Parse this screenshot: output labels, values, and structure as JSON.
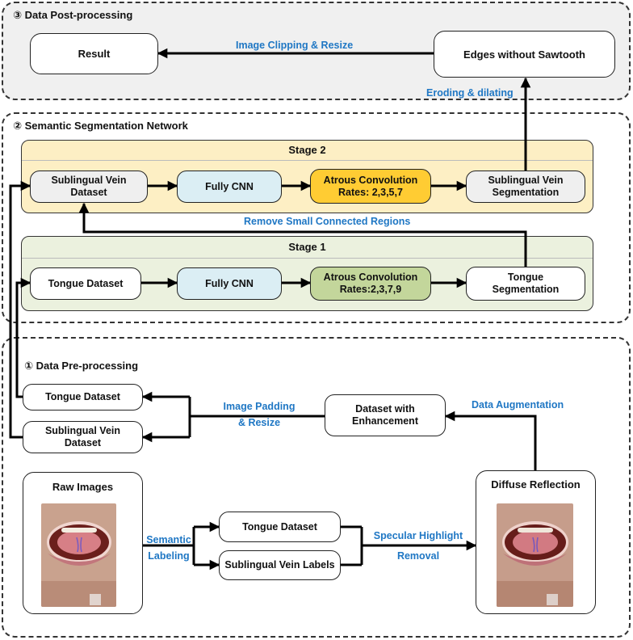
{
  "panels": {
    "post": {
      "title": "③ Data Post-processing"
    },
    "seg": {
      "title": "② Semantic Segmentation Network"
    },
    "pre": {
      "title": "① Data Pre-processing"
    }
  },
  "stages": {
    "stage2": {
      "title": "Stage 2"
    },
    "stage1": {
      "title": "Stage 1"
    }
  },
  "nodes": {
    "result": "Result",
    "edges": "Edges without Sawtooth",
    "s2_dataset_l1": "Sublingual Vein",
    "s2_dataset_l2": "Dataset",
    "s2_fcnn": "Fully CNN",
    "s2_atrous_l1": "Atrous Convolution",
    "s2_atrous_l2": "Rates: 2,3,5,7",
    "s2_seg_l1": "Sublingual Vein",
    "s2_seg_l2": "Segmentation",
    "s1_dataset": "Tongue Dataset",
    "s1_fcnn": "Fully CNN",
    "s1_atrous_l1": "Atrous Convolution",
    "s1_atrous_l2": "Rates:2,3,7,9",
    "s1_seg_l1": "Tongue",
    "s1_seg_l2": "Segmentation",
    "pre_tongue": "Tongue Dataset",
    "pre_vein_l1": "Sublingual Vein",
    "pre_vein_l2": "Dataset",
    "enh_l1": "Dataset with",
    "enh_l2": "Enhancement",
    "raw": "Raw Images",
    "mid_tongue": "Tongue Dataset",
    "mid_vein": "Sublingual Vein Labels",
    "diffuse": "Diffuse Reflection"
  },
  "edge_labels": {
    "clip": "Image Clipping & Resize",
    "erode": "Eroding & dilating",
    "remove": "Remove Small Connected Regions",
    "pad_l1": "Image Padding",
    "pad_l2": "& Resize",
    "augment": "Data Augmentation",
    "sem_l1": "Semantic",
    "sem_l2": "Labeling",
    "spec_l1": "Specular Highlight",
    "spec_l2": "Removal"
  },
  "colors": {
    "post_bg": "#f0f0f0",
    "stage2_bg": "#fdefc4",
    "stage1_bg": "#ebf1de",
    "edge_label": "#1f77c4",
    "node_grey": "#efefef",
    "node_blue": "#dbeef4",
    "node_gold": "#ffcc33",
    "node_green": "#c3d69b"
  },
  "images": {
    "raw_photo": "mouth-open-tongue-raised-photo",
    "diffuse_photo": "mouth-open-tongue-raised-photo"
  }
}
